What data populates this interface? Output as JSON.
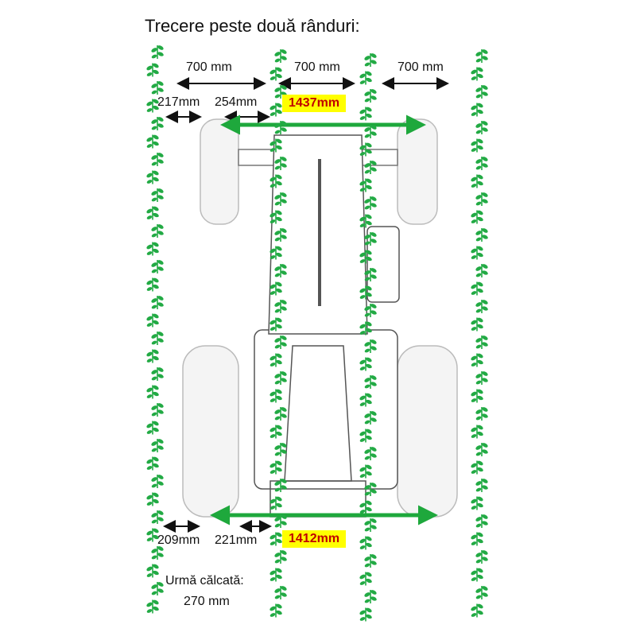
{
  "title": "Trecere peste două rânduri:",
  "row_spacing": [
    "700 mm",
    "700 mm",
    "700 mm"
  ],
  "front": {
    "left_gap": "217mm",
    "inner_gap": "254mm",
    "track_width": "1437mm"
  },
  "rear": {
    "left_gap": "209mm",
    "inner_gap": "221mm",
    "track_width": "1412mm"
  },
  "footprint": {
    "label": "Urmă călcată:",
    "value": "270 mm"
  },
  "colors": {
    "plant": "#22aa44",
    "track_arrow": "#1ea83c",
    "highlight_bg": "#ffff00",
    "highlight_text": "#c00000"
  }
}
